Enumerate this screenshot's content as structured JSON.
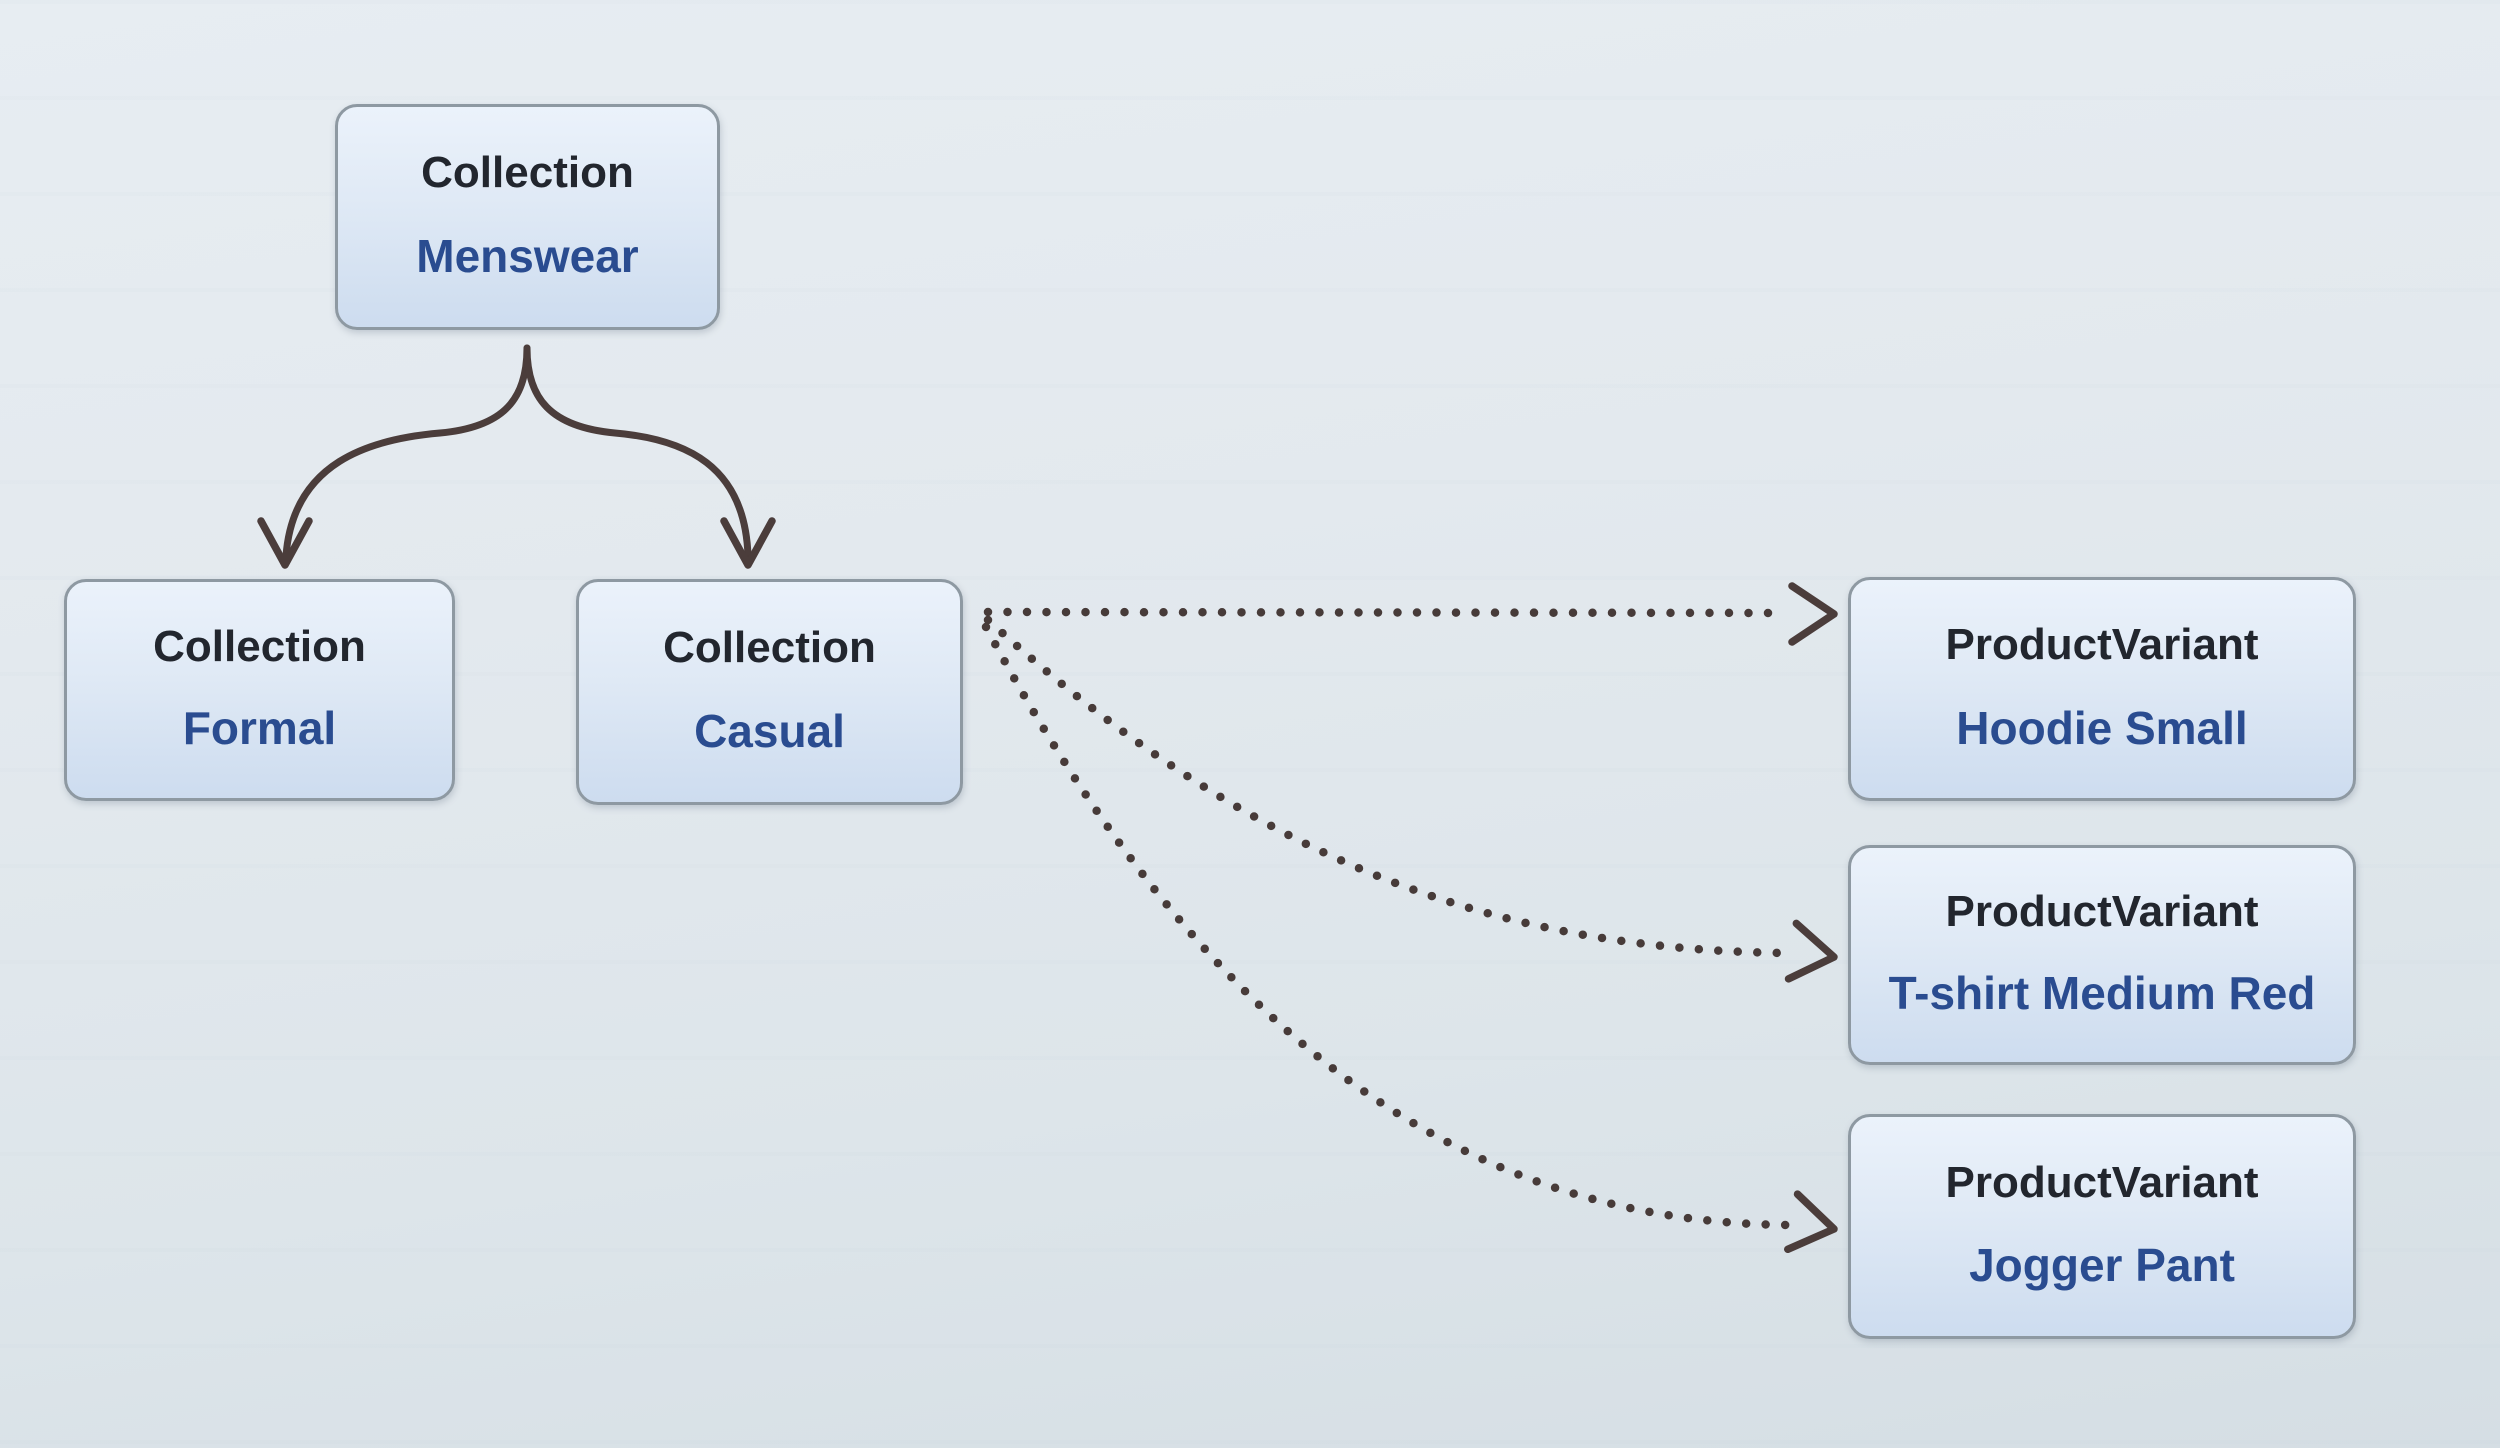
{
  "diagram": {
    "nodes": {
      "menswear": {
        "type": "Collection",
        "name": "Menswear"
      },
      "formal": {
        "type": "Collection",
        "name": "Formal"
      },
      "casual": {
        "type": "Collection",
        "name": "Casual"
      },
      "hoodie": {
        "type": "ProductVariant",
        "name": "Hoodie Small"
      },
      "tshirt": {
        "type": "ProductVariant",
        "name": "T-shirt Medium Red"
      },
      "jogger": {
        "type": "ProductVariant",
        "name": "Jogger Pant"
      }
    },
    "edges": [
      {
        "from": "Collection Menswear",
        "to": "Collection Formal",
        "style": "solid-curved-arrow"
      },
      {
        "from": "Collection Menswear",
        "to": "Collection Casual",
        "style": "solid-curved-arrow"
      },
      {
        "from": "Collection Casual",
        "to": "ProductVariant Hoodie Small",
        "style": "dotted-arrow"
      },
      {
        "from": "Collection Casual",
        "to": "ProductVariant T-shirt Medium Red",
        "style": "dotted-arrow"
      },
      {
        "from": "Collection Casual",
        "to": "ProductVariant Jogger Pant",
        "style": "dotted-arrow"
      }
    ],
    "colors": {
      "background": "#e3e9ee",
      "node_fill_top": "#ebf2fb",
      "node_fill_bottom": "#cddcef",
      "node_border": "#8e99a2",
      "type_text": "#22262e",
      "name_text": "#2a4c90",
      "solid_arrow": "#4b3d3b",
      "dotted_arrow": "#473b39"
    }
  }
}
